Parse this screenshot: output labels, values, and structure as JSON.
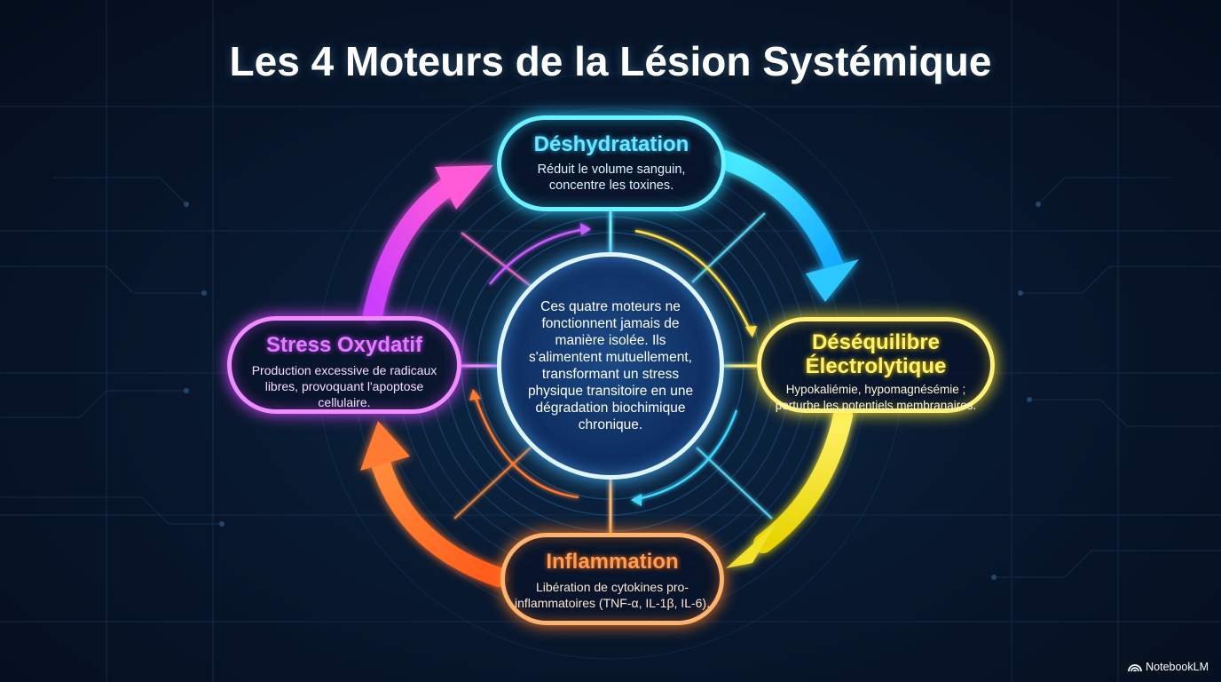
{
  "title": "Les 4 Moteurs de la Lésion Systémique",
  "nodes": {
    "dehydratation": {
      "title": "Déshydratation",
      "description": "Réduit le volume sanguin, concentre les toxines.",
      "color": "#6ef2ff"
    },
    "desequilibre": {
      "title_line1": "Déséquilibre",
      "title_line2": "Électrolytique",
      "description": "Hypokaliémie, hypomagnésémie ; perturbe les potentiels membranaires.",
      "color": "#fff17a"
    },
    "inflammation": {
      "title": "Inflammation",
      "description": "Libération de cytokines pro-inflammatoires (TNF-α, IL-1β, IL-6).",
      "color": "#ffb46e"
    },
    "stress_oxydatif": {
      "title": "Stress Oxydatif",
      "description": "Production excessive de radicaux libres, provoquant l'apoptose cellulaire.",
      "color": "#f08cff"
    }
  },
  "center": {
    "text": "Ces quatre moteurs ne fonctionnent jamais de manière isolée. Ils s'alimentent mutuellement, transformant un stress physique transitoire en une dégradation biochimique chronique."
  },
  "branding": {
    "label": "NotebookLM",
    "icon": "notebooklm-logo-icon"
  }
}
